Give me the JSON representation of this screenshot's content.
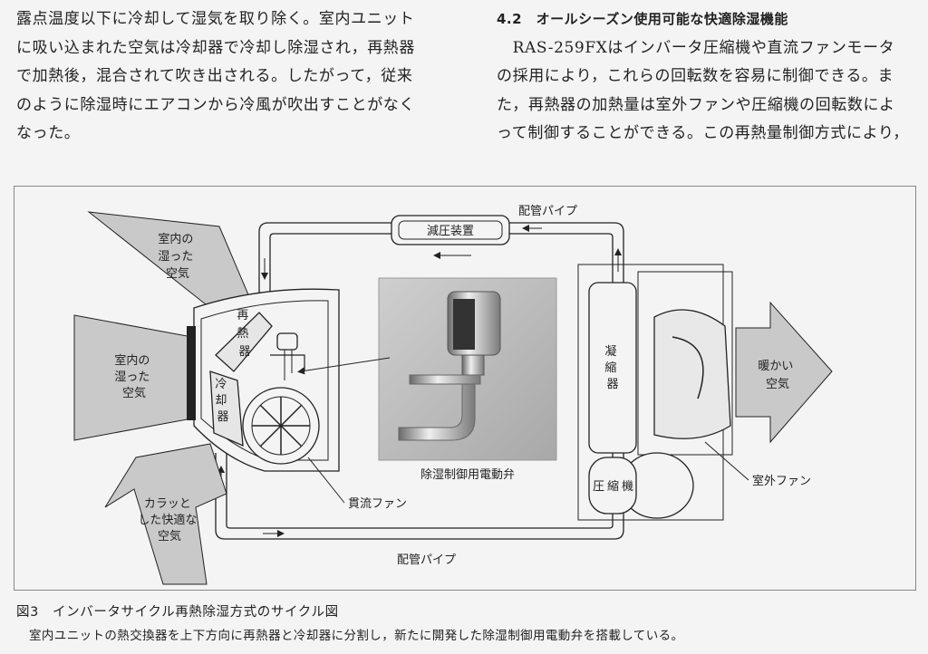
{
  "body_text": {
    "left_lines": [
      "露点温度以下に冷却して湿気を取り除く。室内ユニット",
      "に吸い込まれた空気は冷却器で冷却し除湿され，再熱器",
      "で加熱後，混合されて吹き出される。したがって，従来",
      "のように除湿時にエアコンから冷風が吹出すことがなく",
      "なった。"
    ],
    "section_heading": "4.2　オールシーズン使用可能な快適除湿機能",
    "right_lines": [
      "　RAS-259FXはインバータ圧縮機や直流ファンモータ",
      "の採用により，これらの回転数を容易に制御できる。ま",
      "た，再熱器の加熱量は室外ファンや圧縮機の回転数によ",
      "って制御することができる。この再熱量制御方式により，"
    ]
  },
  "figure": {
    "labels": {
      "pipe_top": "配管パイプ",
      "pipe_bottom": "配管パイプ",
      "pressure_reducer": "減圧装置",
      "humid_air_upper": [
        "室内の",
        "湿った",
        "空気"
      ],
      "humid_air_lower": [
        "室内の",
        "湿った",
        "空気"
      ],
      "reheater": [
        "再",
        "熱",
        "器"
      ],
      "cooler": [
        "冷",
        "却",
        "器"
      ],
      "dry_air": [
        "カラッと",
        "した快適な",
        "空気"
      ],
      "cross_flow_fan": "貫流ファン",
      "valve": "除湿制御用電動弁",
      "condenser": [
        "凝",
        "縮",
        "器"
      ],
      "compressor": "圧縮機",
      "warm_air": [
        "暖かい",
        "空気"
      ],
      "outdoor_fan": "室外ファン"
    }
  },
  "caption": {
    "title": "図3　インバータサイクル再熱除湿方式のサイクル図",
    "text": "室内ユニットの熱交換器を上下方向に再熱器と冷却器に分割し，新たに開発した除湿制御用電動弁を搭載している。"
  }
}
